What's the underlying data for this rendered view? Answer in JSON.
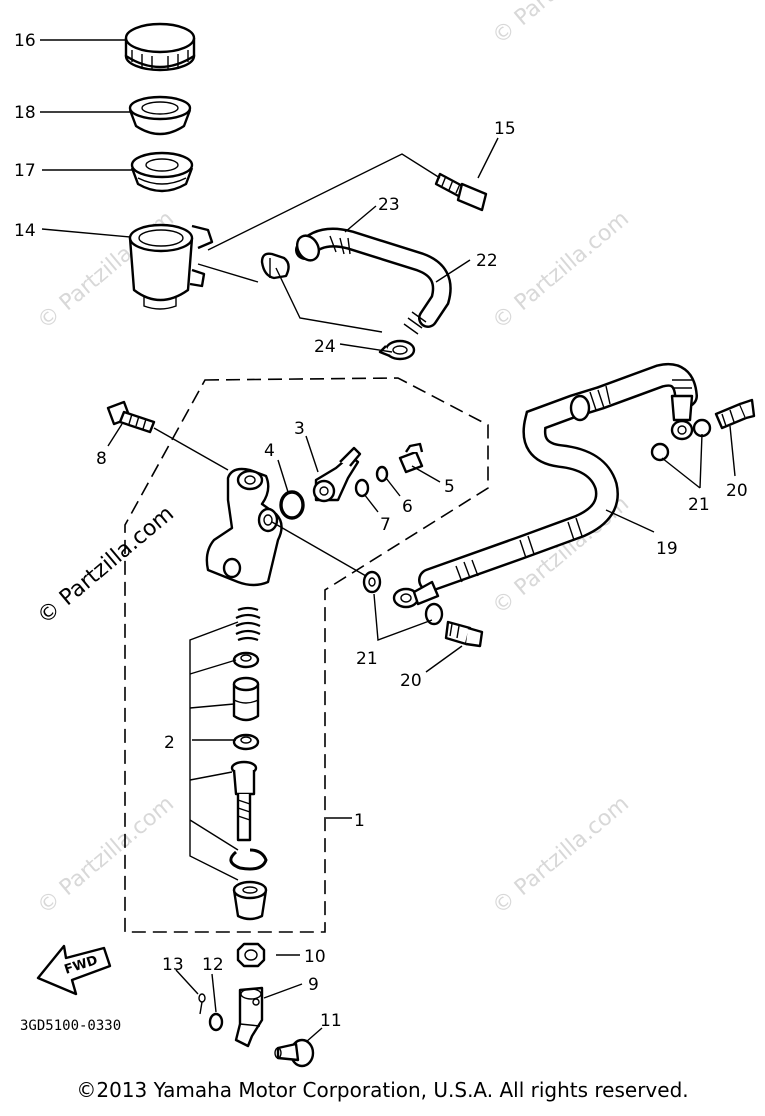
{
  "watermark": "© Partzilla.com",
  "diagram_code": "3GD5100-0330",
  "fwd_label": "FWD",
  "callouts": {
    "c1": "1",
    "c2": "2",
    "c3": "3",
    "c4": "4",
    "c5": "5",
    "c6": "6",
    "c7": "7",
    "c8": "8",
    "c9": "9",
    "c10": "10",
    "c11": "11",
    "c12": "12",
    "c13": "13",
    "c14": "14",
    "c15": "15",
    "c16": "16",
    "c17": "17",
    "c18": "18",
    "c19": "19",
    "c20a": "20",
    "c20b": "20",
    "c21a": "21",
    "c21b": "21",
    "c22": "22",
    "c23": "23",
    "c24": "24"
  },
  "copyright": "©2013  Yamaha Motor Corporation, U.S.A. All rights reserved."
}
